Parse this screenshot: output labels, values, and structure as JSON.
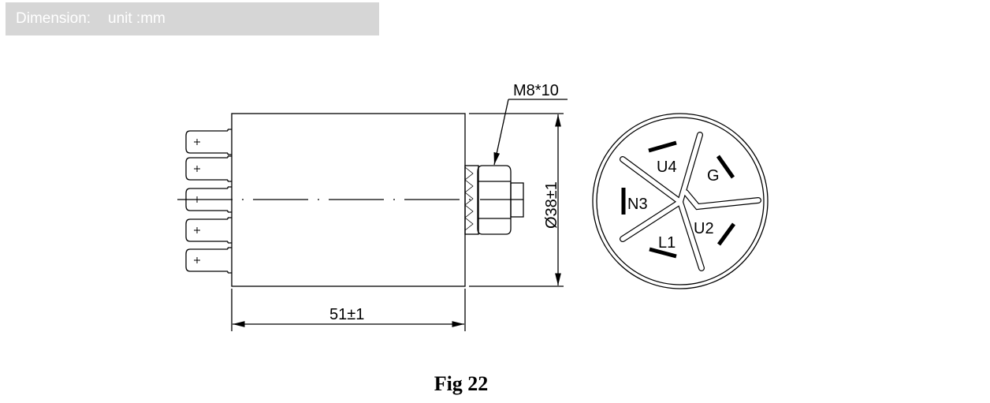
{
  "header": {
    "dimension_label": "Dimension:",
    "unit_label": "unit :mm"
  },
  "drawing": {
    "thread_label": "M8*10",
    "diameter_label": "Ø38±1",
    "length_label": "51±1",
    "pins": [
      "U4",
      "G",
      "N3",
      "U2",
      "L1"
    ]
  },
  "caption": "Fig 22"
}
